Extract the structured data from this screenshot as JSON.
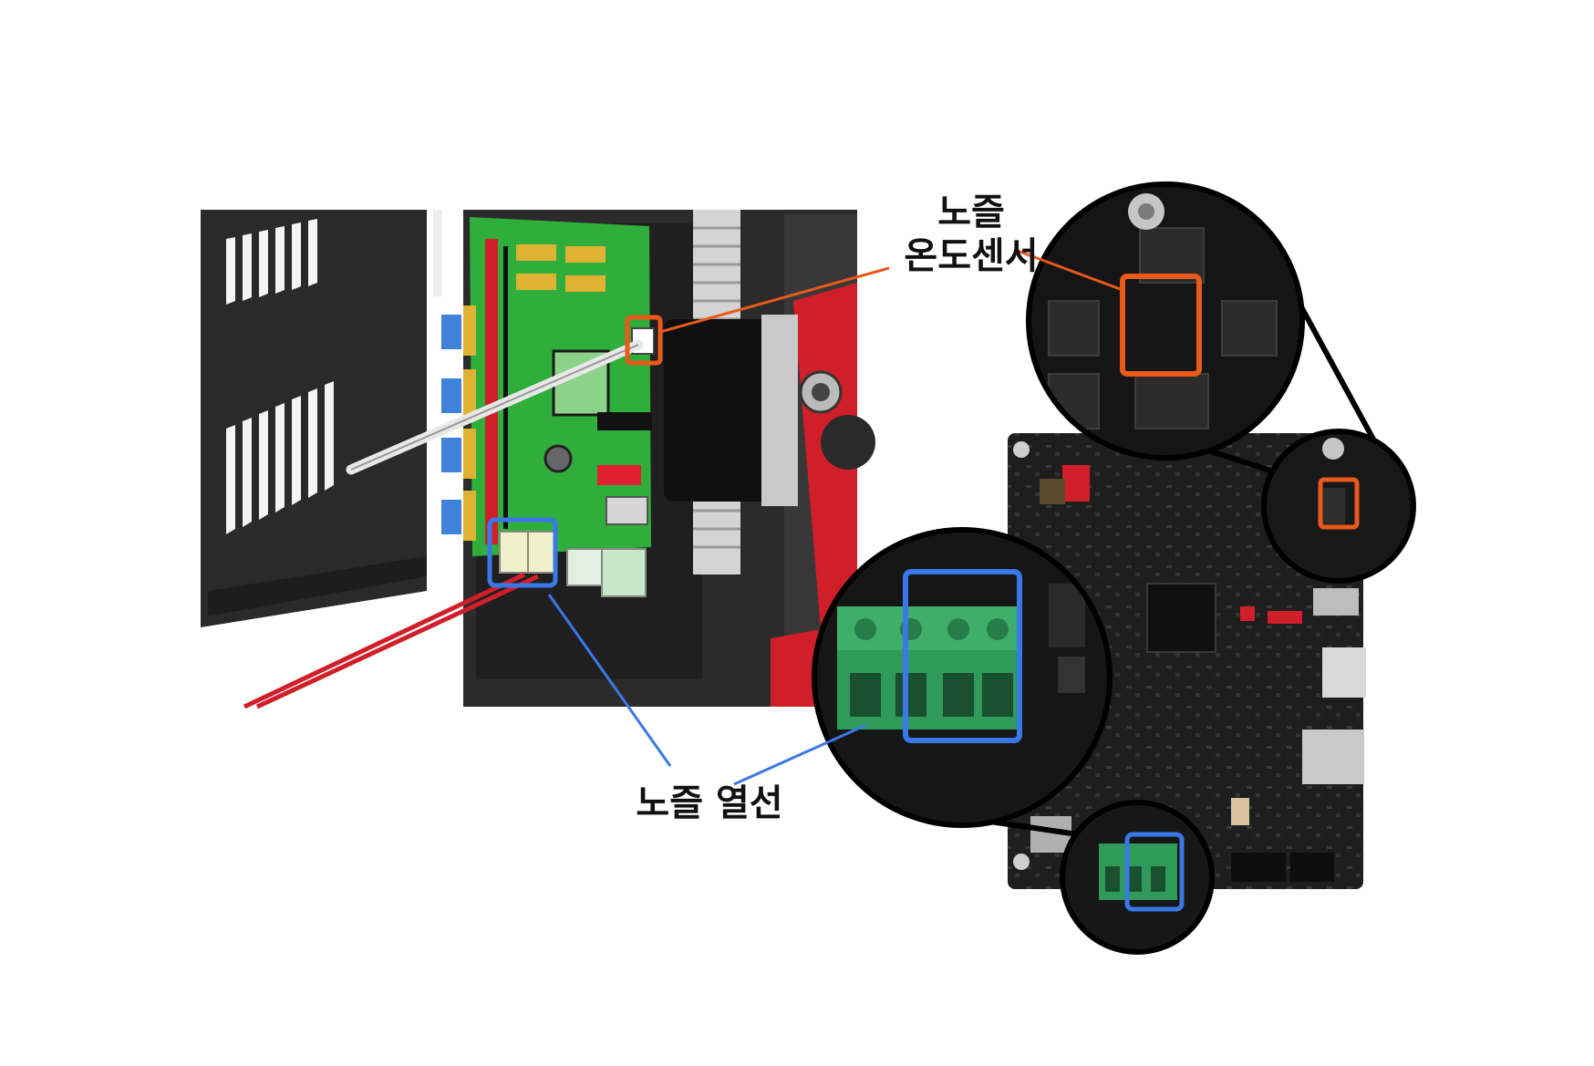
{
  "labels": {
    "temp_sensor_line1": "노즐",
    "temp_sensor_line2": "온도센서",
    "heater": "노즐 열선"
  },
  "colors": {
    "temp_sensor_highlight": "#e8591a",
    "heater_highlight": "#3a78e8",
    "board_green": "#2fae3c",
    "board_dark": "#1b1b1b",
    "accent_red": "#d11f2a",
    "terminal_green": "#2f9a5a"
  }
}
